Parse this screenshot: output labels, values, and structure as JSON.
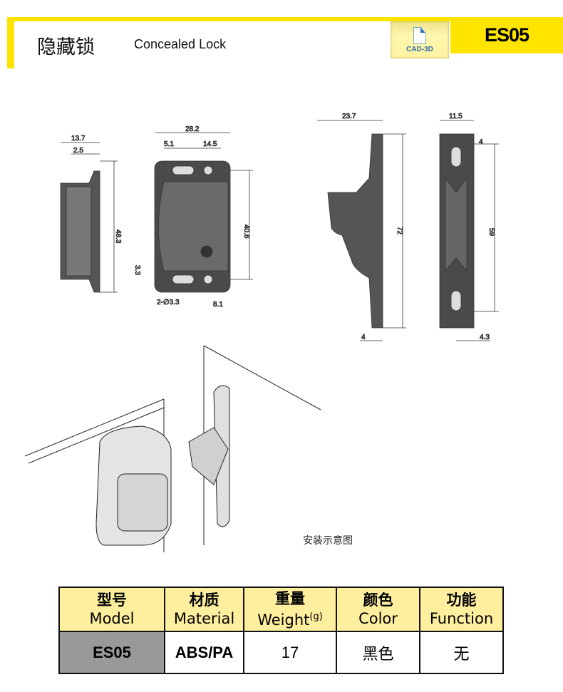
{
  "header": {
    "title_cn": "隐藏锁",
    "title_en": "Concealed Lock",
    "cad_label": "CAD-3D",
    "model": "ES05"
  },
  "dimensions": {
    "side": {
      "width": "13.7",
      "lip": "2.5",
      "height": "48.3"
    },
    "front": {
      "width": "28.2",
      "slot": "5.1",
      "hole_offset": "14.5",
      "hole_spacing": "40.6",
      "edge": "3.3",
      "holes": "2-∅3.3",
      "bottom": "8.1"
    },
    "striker_side": {
      "depth": "23.7",
      "height": "72",
      "thickness": "4"
    },
    "striker_front": {
      "width": "11.5",
      "slot": "4",
      "spacing": "59",
      "edge": "4.3"
    }
  },
  "caption": "安装示意图",
  "table": {
    "headers": [
      {
        "cn": "型号",
        "en": "Model"
      },
      {
        "cn": "材质",
        "en": "Material"
      },
      {
        "cn": "重量",
        "en": "Weight",
        "unit": "(g)"
      },
      {
        "cn": "颜色",
        "en": "Color"
      },
      {
        "cn": "功能",
        "en": "Function"
      }
    ],
    "row": {
      "model": "ES05",
      "material": "ABS/PA",
      "weight": "17",
      "color": "黑色",
      "function": "无"
    }
  },
  "colors": {
    "accent": "#ffe400",
    "header_cell": "#fdef9e",
    "model_cell": "#999999"
  }
}
